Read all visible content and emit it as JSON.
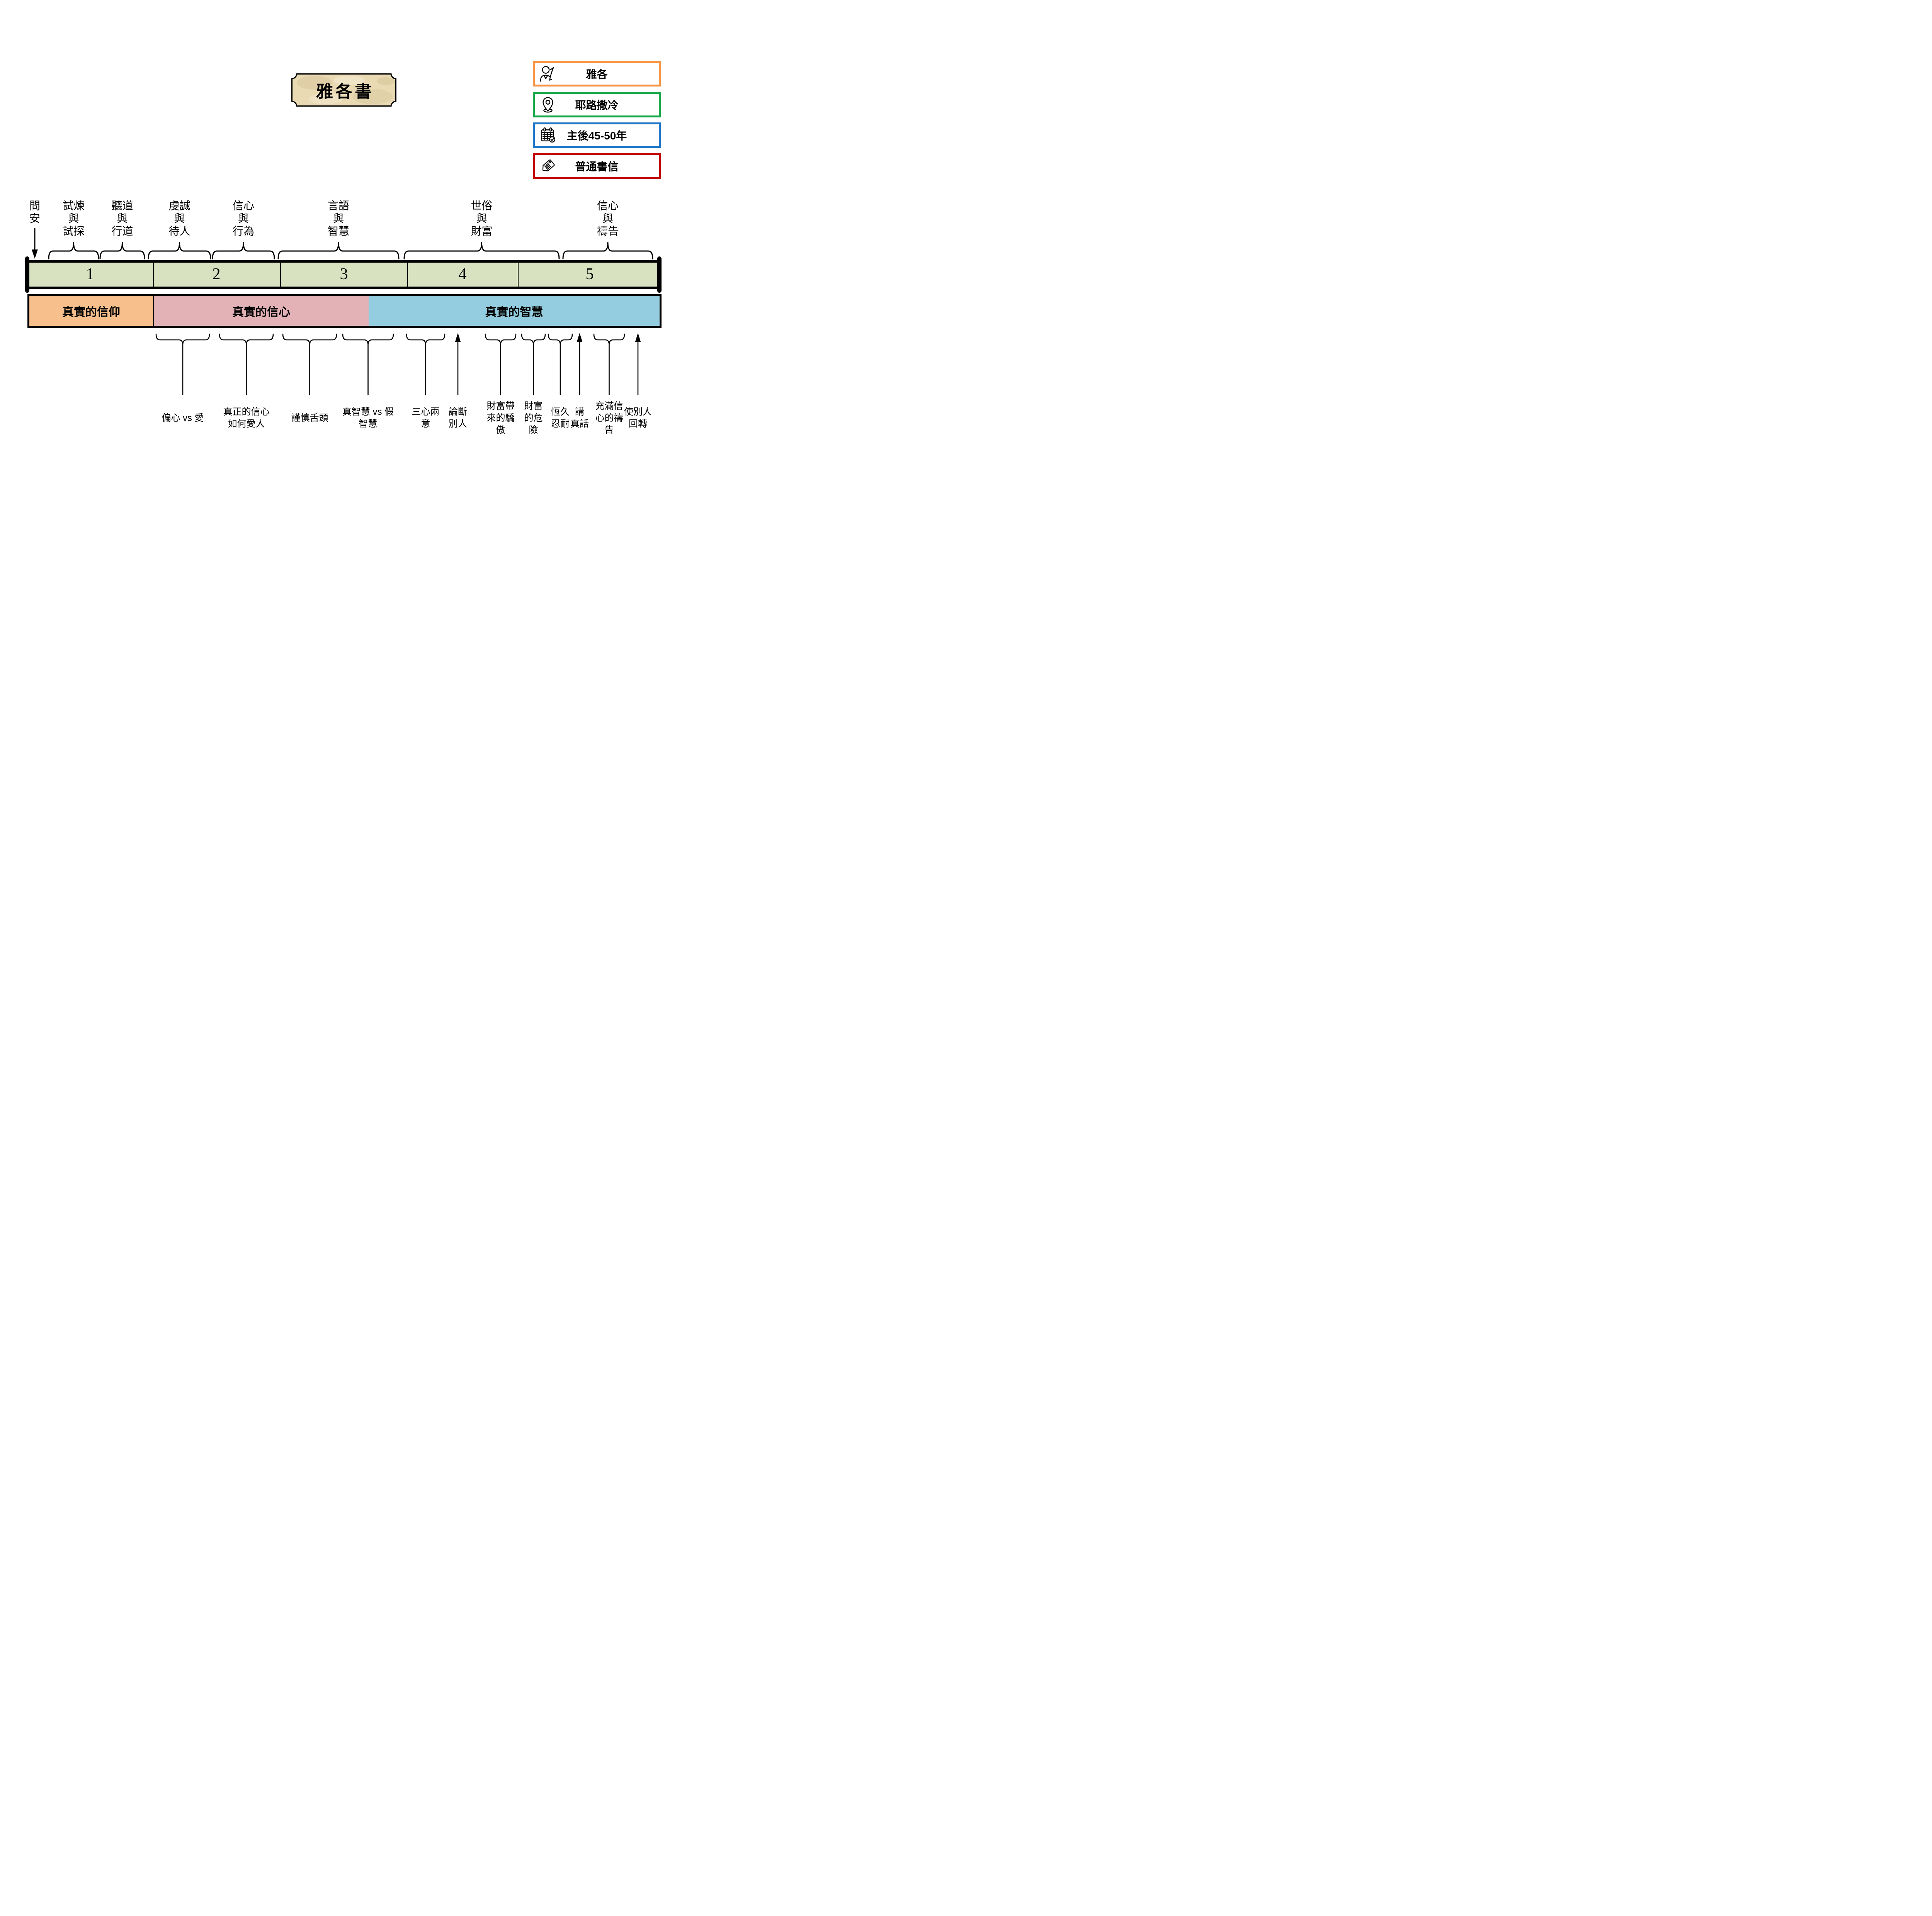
{
  "title": "雅各書",
  "info_panel": {
    "items": [
      {
        "icon": "author-icon",
        "label": "雅各",
        "border_color": "#F79646"
      },
      {
        "icon": "location-pin-icon",
        "label": "耶路撒冷",
        "border_color": "#18A94B"
      },
      {
        "icon": "calendar-check-icon",
        "label": "主後45-50年",
        "border_color": "#2077C8"
      },
      {
        "icon": "tag-icon",
        "label": "普通書信",
        "border_color": "#C00000"
      }
    ]
  },
  "greeting": {
    "lines": [
      "問",
      "安"
    ],
    "connector": "arrow-down"
  },
  "top_sections": [
    {
      "lines": [
        "試煉",
        "與",
        "試探"
      ],
      "connector": "brace"
    },
    {
      "lines": [
        "聽道",
        "與",
        "行道"
      ],
      "connector": "brace"
    },
    {
      "lines": [
        "虔誠",
        "與",
        "待人"
      ],
      "connector": "brace"
    },
    {
      "lines": [
        "信心",
        "與",
        "行為"
      ],
      "connector": "brace"
    },
    {
      "lines": [
        "言語",
        "與",
        "智慧"
      ],
      "connector": "brace"
    },
    {
      "lines": [
        "世俗",
        "與",
        "財富"
      ],
      "connector": "brace"
    },
    {
      "lines": [
        "信心",
        "與",
        "禱告"
      ],
      "connector": "brace"
    }
  ],
  "timeline": {
    "chapters": [
      "1",
      "2",
      "3",
      "4",
      "5"
    ],
    "fill_color": "#D8E2C1"
  },
  "bands": [
    {
      "label": "真實的信仰",
      "color": "#F6BF8B"
    },
    {
      "label": "真實的信心",
      "color": "#E2B2B6"
    },
    {
      "label": "真實的智慧",
      "color": "#94CDE0"
    }
  ],
  "bottom_notes": [
    {
      "lines": [
        "偏心 vs 愛"
      ],
      "connector": "brace"
    },
    {
      "lines": [
        "真正的信心",
        "如何愛人"
      ],
      "connector": "brace"
    },
    {
      "lines": [
        "謹慎舌頭"
      ],
      "connector": "brace"
    },
    {
      "lines": [
        "真智慧 vs 假",
        "智慧"
      ],
      "connector": "brace"
    },
    {
      "lines": [
        "三心兩",
        "意"
      ],
      "connector": "brace"
    },
    {
      "lines": [
        "論斷",
        "別人"
      ],
      "connector": "arrow-up"
    },
    {
      "lines": [
        "財富帶",
        "來的驕",
        "傲"
      ],
      "connector": "brace"
    },
    {
      "lines": [
        "財富",
        "的危",
        "險"
      ],
      "connector": "brace"
    },
    {
      "lines": [
        "恆久",
        "忍耐"
      ],
      "connector": "brace"
    },
    {
      "lines": [
        "講",
        "真話"
      ],
      "connector": "arrow-up"
    },
    {
      "lines": [
        "充滿信",
        "心的禱",
        "告"
      ],
      "connector": "brace"
    },
    {
      "lines": [
        "使別人",
        "回轉"
      ],
      "connector": "arrow-up"
    }
  ],
  "title_plaque": {
    "fill_color": "#E9DAB4"
  }
}
